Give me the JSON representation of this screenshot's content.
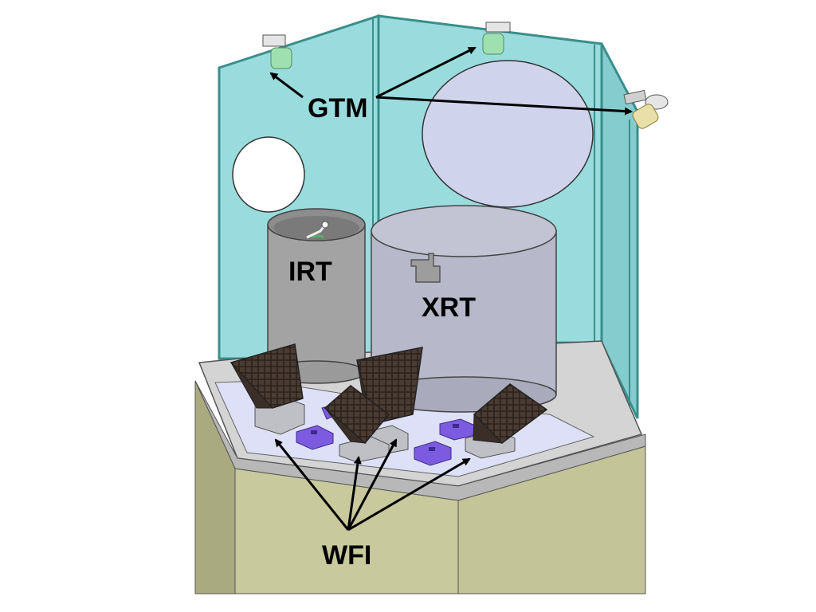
{
  "labels": {
    "gtm": "GTM",
    "irt": "IRT",
    "xrt": "XRT",
    "wfi": "WFI"
  },
  "colors": {
    "panel_glass": "#8fd8da",
    "panel_edge": "#3a8e8c",
    "bus_body": "#c8c99c",
    "deck_top": "#d4d4d4",
    "inner_plate": "#dde0f6",
    "irt_tube": "#a3a3a3",
    "xrt_tube": "#b7b8c9",
    "xrt_aperture": "#cfd3ec",
    "wfi_module": "#4b3c33",
    "wfi_base": "#bfc0c5",
    "electronics_box": "#7d5be0",
    "gtm_detector": "#9fe0b0",
    "arrow": "#000000"
  }
}
